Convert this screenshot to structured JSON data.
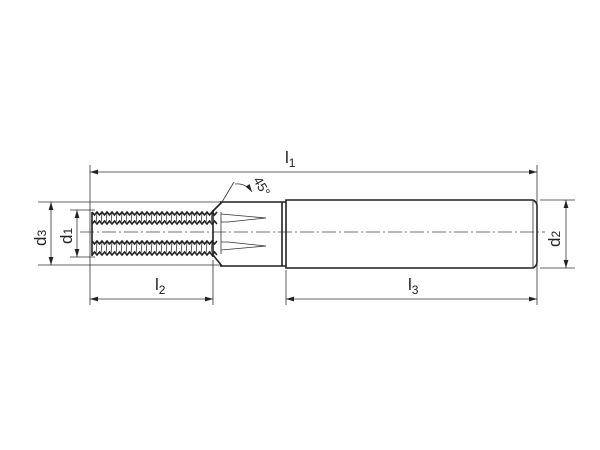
{
  "drawing": {
    "labels": {
      "l1": {
        "main": "l",
        "sub": "1"
      },
      "l2": {
        "main": "l",
        "sub": "2"
      },
      "l3": {
        "main": "l",
        "sub": "3"
      },
      "d1": {
        "main": "d",
        "sub": "1"
      },
      "d2": {
        "main": "d",
        "sub": "2"
      },
      "d3": {
        "main": "d",
        "sub": "3"
      },
      "angle": "45°"
    },
    "line_color": "#222222"
  }
}
